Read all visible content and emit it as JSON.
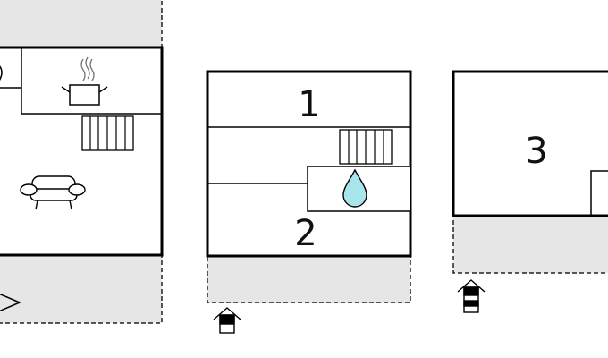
{
  "colors": {
    "wall": "#000000",
    "outdoor_fill": "#e6e6e6",
    "water_fill": "#a8e6ee",
    "background": "#ffffff"
  },
  "rooms": {
    "room_1": "1",
    "room_2": "2",
    "room_3": "3"
  },
  "icons": [
    "stove-icon",
    "radiator-icon",
    "sofa-icon",
    "bathroom-water-icon",
    "entrance-icon",
    "compass-arrow-icon"
  ]
}
